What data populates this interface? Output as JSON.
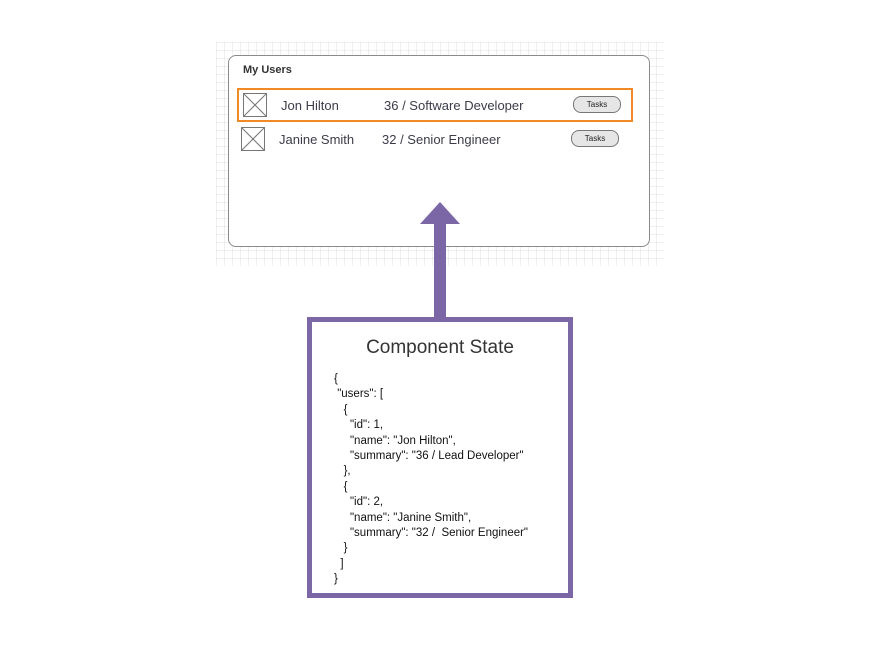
{
  "wireframe": {
    "title": "My Users",
    "users": [
      {
        "name": "Jon Hilton",
        "summary": "36 / Software Developer",
        "action": "Tasks",
        "selected": true
      },
      {
        "name": "Janine Smith",
        "summary": "32 / Senior Engineer",
        "action": "Tasks",
        "selected": false
      }
    ]
  },
  "colors": {
    "selection_border": "#f08a24",
    "arrow": "#7b66a6",
    "state_border": "#7b66a6"
  },
  "icons": {
    "avatar": "image-placeholder-icon",
    "arrow": "arrow-up-icon"
  },
  "state_panel": {
    "title": "Component State",
    "code": "{\n \"users\": [\n   {\n     \"id\": 1,\n     \"name\": \"Jon Hilton\",\n     \"summary\": \"36 / Lead Developer\"\n   },\n   {\n     \"id\": 2,\n     \"name\": \"Janine Smith\",\n     \"summary\": \"32 /  Senior Engineer\"\n   }\n  ]\n}"
  }
}
